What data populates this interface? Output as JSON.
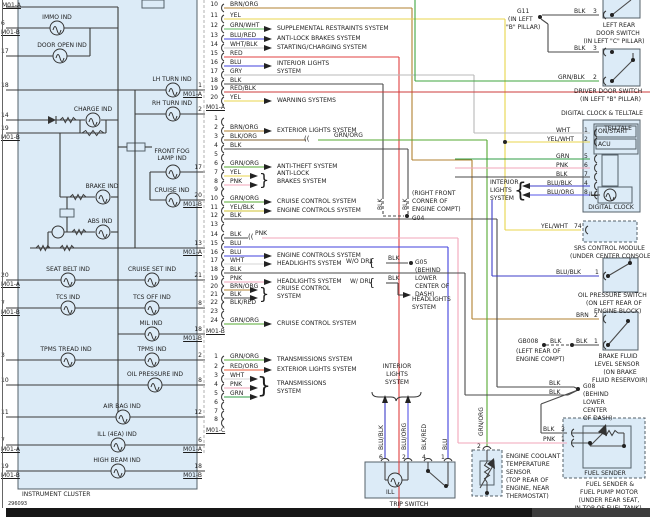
{
  "diagram_id": "296093",
  "page": {
    "background": "#ffffff",
    "panel_fill": "#dcebf7",
    "line_color": "#3a3a3a"
  },
  "wire_colors": {
    "BRN/ORG": "#b08030",
    "YEL": "#e8d54c",
    "GRN/WHT": "#5cb85c",
    "BLU/RED": "#4646e0",
    "WHT/BLK": "#c4c4c4",
    "RED": "#e04040",
    "BLU": "#4040dd",
    "GRY": "#b9b9b9",
    "BLK": "#4a4a4a",
    "RED/BLK": "#cc3b3b",
    "GRN/ORG": "#56a832",
    "BLK/ORG": "#806030",
    "YEL/BLK": "#cfc130",
    "PNK": "#f2a6ba",
    "WHT": "#d6d6d6",
    "GRN": "#2f9e46",
    "RED/ORG": "#e85a35",
    "BLU/BLK": "#3d3dc8",
    "BLU/ORG": "#5656e8",
    "GRN/BLK": "#3fa53f",
    "YEL/WHT": "#e5d862",
    "BRN": "#a5752c"
  },
  "cluster": {
    "label": "INSTRUMENT CLUSTER",
    "top_connector": "M01-A",
    "indicators": [
      "IMMO IND",
      "DOOR OPEN IND",
      "LH TURN IND",
      "CHARGE IND",
      "RH TURN IND",
      "FRONT FOG|LAMP IND",
      "BRAKE IND",
      "CRUISE IND",
      "ABS IND",
      "SEAT BELT IND",
      "CRUISE SET IND",
      "TCS IND",
      "TCS OFF IND",
      "MIL IND",
      "TPMS TREAD IND",
      "TPMS IND",
      "OIL PRESSURE IND",
      "AIR BAG IND",
      "ILL (4EA) IND",
      "HIGH BEAM IND"
    ],
    "left_pins": [
      {
        "n": "6",
        "conn": "M01-B"
      },
      {
        "n": "17"
      },
      {
        "n": "18"
      },
      {
        "n": "14"
      },
      {
        "n": "19",
        "conn": "M01-B"
      },
      {
        "n": "20",
        "conn": "M01-A"
      },
      {
        "n": "7",
        "conn": "M01-B"
      },
      {
        "n": "3"
      },
      {
        "n": "10"
      },
      {
        "n": "11"
      },
      {
        "n": "7",
        "conn": "M01-A"
      },
      {
        "n": "19",
        "conn": "M01-B"
      }
    ],
    "right_pins": [
      {
        "n": "1",
        "conn": "M01-A"
      },
      {
        "n": "2"
      },
      {
        "n": "17"
      },
      {
        "n": "20",
        "conn": "M01-B"
      },
      {
        "n": "13",
        "conn": "M01-A"
      },
      {
        "n": "21"
      },
      {
        "n": "8"
      },
      {
        "n": "18",
        "conn": "M01-B"
      },
      {
        "n": "2"
      },
      {
        "n": "8"
      },
      {
        "n": "12"
      },
      {
        "n": "6",
        "conn": "M01-A"
      },
      {
        "n": "18",
        "conn": "M01-B"
      }
    ]
  },
  "connectors": {
    "m01a": {
      "label": "M01-A",
      "rows": [
        {
          "pin": "10",
          "color": "BRN/ORG"
        },
        {
          "pin": "11",
          "color": "YEL"
        },
        {
          "pin": "12",
          "color": "GRN/WHT",
          "system": "SUPPLEMENTAL RESTRAINTS SYSTEM"
        },
        {
          "pin": "13",
          "color": "BLU/RED",
          "system": "ANTI-LOCK BRAKES SYSTEM"
        },
        {
          "pin": "14",
          "color": "WHT/BLK",
          "system": "STARTING/CHARGING SYSTEM"
        },
        {
          "pin": "15",
          "color": "RED"
        },
        {
          "pin": "16",
          "color": "BLU",
          "system": "INTERIOR LIGHTS|SYSTEM"
        },
        {
          "pin": "17",
          "color": "GRY"
        },
        {
          "pin": "18",
          "color": "BLK"
        },
        {
          "pin": "19",
          "color": "RED/BLK"
        },
        {
          "pin": "20",
          "color": "YEL",
          "system": "WARNING SYSTEMS"
        }
      ]
    },
    "m01b": {
      "label": "M01-B",
      "rows": [
        {
          "pin": "1",
          "color": ""
        },
        {
          "pin": "2",
          "color": "BRN/ORG",
          "system": "EXTERIOR LIGHTS SYSTEM"
        },
        {
          "pin": "3",
          "color": "BLK/ORG"
        },
        {
          "pin": "4",
          "color": "BLK"
        },
        {
          "pin": "5",
          "color": ""
        },
        {
          "pin": "6",
          "color": "GRN/ORG",
          "system": "ANTI-THEFT SYSTEM"
        },
        {
          "pin": "7",
          "color": "YEL"
        },
        {
          "pin": "8",
          "color": "PNK"
        },
        {
          "pin": "9",
          "color": ""
        },
        {
          "pin": "10",
          "color": "GRN/ORG",
          "system": "CRUISE CONTROL SYSTEM"
        },
        {
          "pin": "11",
          "color": "YEL/BLK",
          "system": "ENGINE CONTROLS SYSTEM"
        },
        {
          "pin": "12",
          "color": "BLK"
        },
        {
          "pin": "13",
          "color": ""
        },
        {
          "pin": "14",
          "color": "BLK"
        },
        {
          "pin": "15",
          "color": "BLU"
        },
        {
          "pin": "16",
          "color": "BLU",
          "system": "ENGINE CONTROLS SYSTEM"
        },
        {
          "pin": "17",
          "color": "WHT",
          "system": "HEADLIGHTS SYSTEM"
        },
        {
          "pin": "18",
          "color": "BLK"
        },
        {
          "pin": "19",
          "color": "PNK",
          "system": "HEADLIGHTS SYSTEM"
        },
        {
          "pin": "20",
          "color": "BRN/ORG"
        },
        {
          "pin": "21",
          "color": "BLK"
        },
        {
          "pin": "22",
          "color": "BLK/RED"
        },
        {
          "pin": "23",
          "color": ""
        },
        {
          "pin": "24",
          "color": "GRN/ORG",
          "system": "CRUISE CONTROL SYSTEM"
        }
      ]
    },
    "m01c": {
      "label": "M01-C",
      "rows": [
        {
          "pin": "1",
          "color": "GRN/ORG",
          "system": "TRANSMISSIONS SYSTEM"
        },
        {
          "pin": "2",
          "color": "RED/ORG",
          "system": "EXTERIOR LIGHTS SYSTEM"
        },
        {
          "pin": "3",
          "color": "WHT"
        },
        {
          "pin": "4",
          "color": "PNK"
        },
        {
          "pin": "5",
          "color": "GRN"
        },
        {
          "pin": "6",
          "color": ""
        },
        {
          "pin": "7",
          "color": ""
        },
        {
          "pin": "8",
          "color": ""
        }
      ]
    },
    "brace_groups": [
      {
        "lines": "ANTI-LOCK|BRAKES SYSTEM"
      },
      {
        "lines": "CRUISE CONTROL|SYSTEM"
      },
      {
        "lines": "TRANSMISSIONS|SYSTEM"
      }
    ]
  },
  "right": {
    "splice": {
      "pnk": "PNK",
      "grnorg": "GRN/ORG"
    },
    "g11": {
      "name": "G11",
      "loc1": "(IN LEFT",
      "loc2": "\"B\" PILLAR)"
    },
    "left_rear_door_switch": {
      "wire": "BLK",
      "pin": "3",
      "l1": "LEFT REAR",
      "l2": "DOOR SWITCH",
      "l3": "(IN LEFT \"C\" PILLAR)"
    },
    "driver_door_switch": {
      "wire1": "BLK",
      "pin1": "3",
      "wire2": "GRN/BLK",
      "pin2": "2",
      "l1": "DRIVER DOOR SWITCH",
      "l2": "(IN LEFT \"B\" PILLAR)"
    },
    "clock": {
      "heading": "DIGITAL CLOCK & TELLTALE",
      "telltale": "TELLTALE",
      "row1": "ON/START",
      "row2": "ACU",
      "ill": "ILL",
      "footer": "DIGITAL CLOCK",
      "ref": "INTERIOR|LIGHTS|SYSTEM",
      "pins": [
        {
          "wire": "WHT",
          "pin": "1"
        },
        {
          "wire": "YEL/WHT",
          "pin": "2"
        },
        {
          "wire": "GRN",
          "pin": "5"
        },
        {
          "wire": "PNK",
          "pin": "6"
        },
        {
          "wire": "BLK",
          "pin": "7"
        },
        {
          "wire": "BLU/BLK",
          "pin": "4"
        },
        {
          "wire": "BLU/ORG",
          "pin": "8"
        }
      ]
    },
    "srs": {
      "wire": "YEL/WHT",
      "pin": "74",
      "l1": "SRS CONTROL MODULE",
      "l2": "(UNDER CENTER CONSOLE)"
    },
    "oil": {
      "wire": "BLU/BLK",
      "pin": "1",
      "l1": "OIL PRESSURE SWITCH",
      "l2": "(ON LEFT REAR OF",
      "l3": "ENGINE BLOCK)"
    },
    "brake": {
      "wire": "BRN",
      "pin": "2",
      "gnd": "GB008",
      "gl1": "(LEFT REAR OF",
      "gl2": "ENGINE COMPT)",
      "wire2": "BLK",
      "wire3": "BLK",
      "pin3": "1",
      "l1": "BRAKE FLUID",
      "l2": "LEVEL SENSOR",
      "l3": "(ON BRAKE",
      "l4": "FLUID RESERVOIR)"
    },
    "g08": {
      "wireA": "BLK",
      "wireB": "BLK",
      "name": "G08",
      "l1": "(BEHIND",
      "l2": "LOWER",
      "l3": "CENTER",
      "l4": "OF DASH)"
    },
    "g04": {
      "wire": "BLK",
      "l1": "(RIGHT FRONT",
      "l2": "CORNER OF",
      "l3": "ENGINE COMPT)",
      "name": "G04"
    },
    "g05": {
      "name": "G05",
      "l1": "(BEHIND",
      "l2": "LOWER",
      "l3": "CENTER OF",
      "l4": "DASH)",
      "wo": "W/O DRL",
      "w": "W/ DRL",
      "wire": "BLK",
      "sys1": "HEADLIGHTS",
      "sys2": "SYSTEM"
    },
    "fuel": {
      "wire1": "BLK",
      "pin1": "3",
      "wire2": "PNK",
      "pin2": "1",
      "inner": "FUEL SENDER",
      "l1": "FUEL SENDER &",
      "l2": "FUEL PUMP MOTOR",
      "l3": "(UNDER REAR SEAT,",
      "l4": "IN TOP OF FUEL TANK)"
    },
    "ect": {
      "pin": "2",
      "wire": "GRN/ORG",
      "l1": "ENGINE COOLANT",
      "l2": "TEMPERATURE",
      "l3": "SENSOR",
      "l4": "(TOP REAR OF",
      "l5": "ENGINE, NEAR",
      "l6": "THERMOSTAT)"
    },
    "trip": {
      "label": "TRIP SWITCH",
      "ill": "ILL",
      "ref": "INTERIOR|LIGHTS|SYSTEM",
      "pins": [
        "6",
        "2",
        "4",
        "1"
      ],
      "wires": [
        "BLU/BLK",
        "BLU/ORG",
        "BLK/RED",
        "BLU"
      ]
    }
  }
}
